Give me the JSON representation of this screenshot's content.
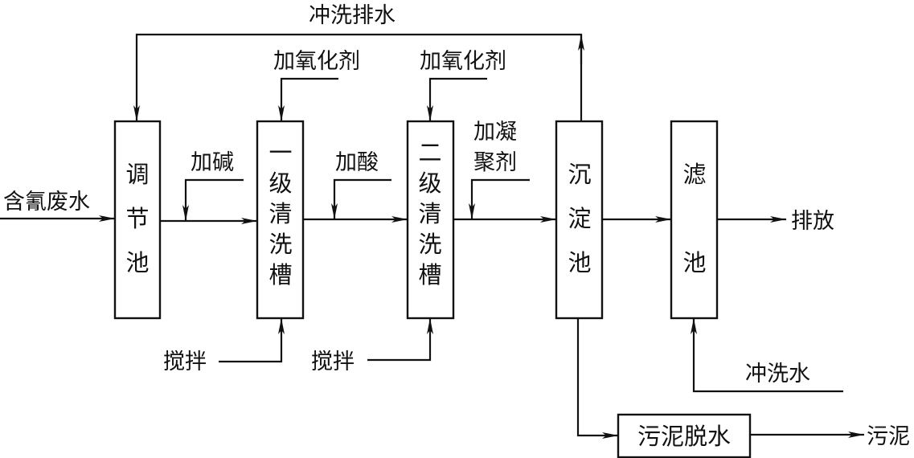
{
  "boxes": {
    "equalization": [
      "调",
      "节",
      "池"
    ],
    "primary": [
      "一",
      "级",
      "清",
      "洗",
      "槽"
    ],
    "secondary": [
      "二",
      "级",
      "清",
      "洗",
      "槽"
    ],
    "sedimentation": [
      "沉",
      "淀",
      "池"
    ],
    "filter": [
      "滤",
      "池"
    ],
    "dewatering": "污泥脱水"
  },
  "labels": {
    "inlet": "含氰废水",
    "backwash_drain": "冲洗排水",
    "oxidant_1": "加氧化剂",
    "oxidant_2": "加氧化剂",
    "alkali": "加碱",
    "acid": "加酸",
    "coagulant_line1": "加凝",
    "coagulant_line2": "聚剂",
    "stir_1": "搅拌",
    "stir_2": "搅拌",
    "discharge": "排放",
    "wash_water": "冲洗水",
    "sludge": "污泥"
  }
}
